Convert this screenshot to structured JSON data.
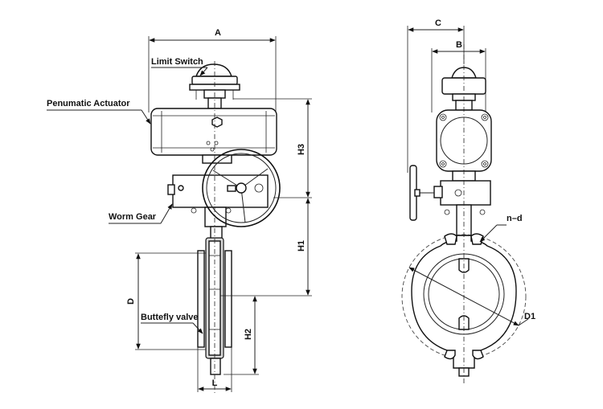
{
  "labels": {
    "limit_switch": "Limit Switch",
    "actuator": "Penumatic Actuator",
    "worm_gear": "Worm Gear",
    "valve": "Buttefly valve"
  },
  "dimensions": {
    "A": "A",
    "B": "B",
    "C": "C",
    "D": "D",
    "D1": "D1",
    "H1": "H1",
    "H2": "H2",
    "H3": "H3",
    "L": "L",
    "nd": "n–d"
  }
}
